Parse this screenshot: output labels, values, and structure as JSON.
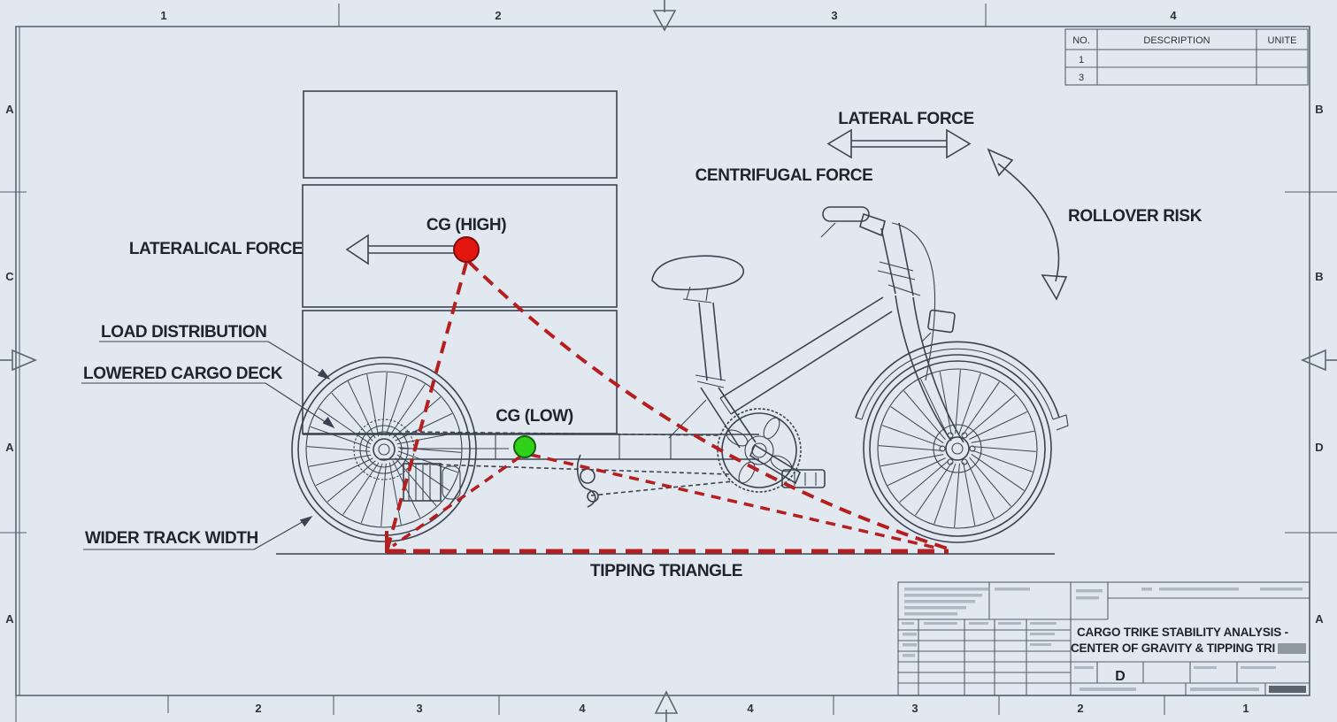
{
  "sheet": {
    "background": "#e1e8f0",
    "border_color": "#5b6673",
    "ink_color": "#3a434f",
    "text_color": "#20252b"
  },
  "zone_rulers": {
    "top": [
      "1",
      "2",
      "3",
      "4"
    ],
    "bottom_left": [
      "2",
      "3",
      "4"
    ],
    "bottom_right": [
      "4",
      "3",
      "2",
      "1"
    ],
    "left": [
      "A",
      "C",
      "A",
      "A"
    ],
    "right": [
      "B",
      "B",
      "D"
    ],
    "right_bottom_letter": "A"
  },
  "parts_table": {
    "headers": [
      "NO.",
      "DESCRIPTION",
      "UNITE"
    ],
    "rows": [
      "1",
      "3"
    ]
  },
  "callouts": {
    "lateral_force": "LATERAL FORCE",
    "centrifugal_force": "CENTRIFUGAL FORCE",
    "rollover_risk": "ROLLOVER RISK",
    "lateral_side_force": "LATERALICAL FORCE",
    "cg_high": "CG (HIGH)",
    "cg_low": "CG (LOW)",
    "load_distribution": "LOAD DISTRIBUTION",
    "lowered_cargo_deck": "LOWERED CARGO DECK",
    "wider_track_width": "WIDER TRACK WIDTH",
    "tipping_triangle": "TIPPING TRIANGLE"
  },
  "markers": {
    "cg_high_color": "#e3150f",
    "cg_low_color": "#2fd119",
    "dash_color": "#b51f1f"
  },
  "title_block": {
    "title_line1": "CARGO TRIKE STABILITY ANALYSIS -",
    "title_line2": "CENTER OF GRAVITY & TIPPING TRI",
    "sheet_size": "D"
  }
}
